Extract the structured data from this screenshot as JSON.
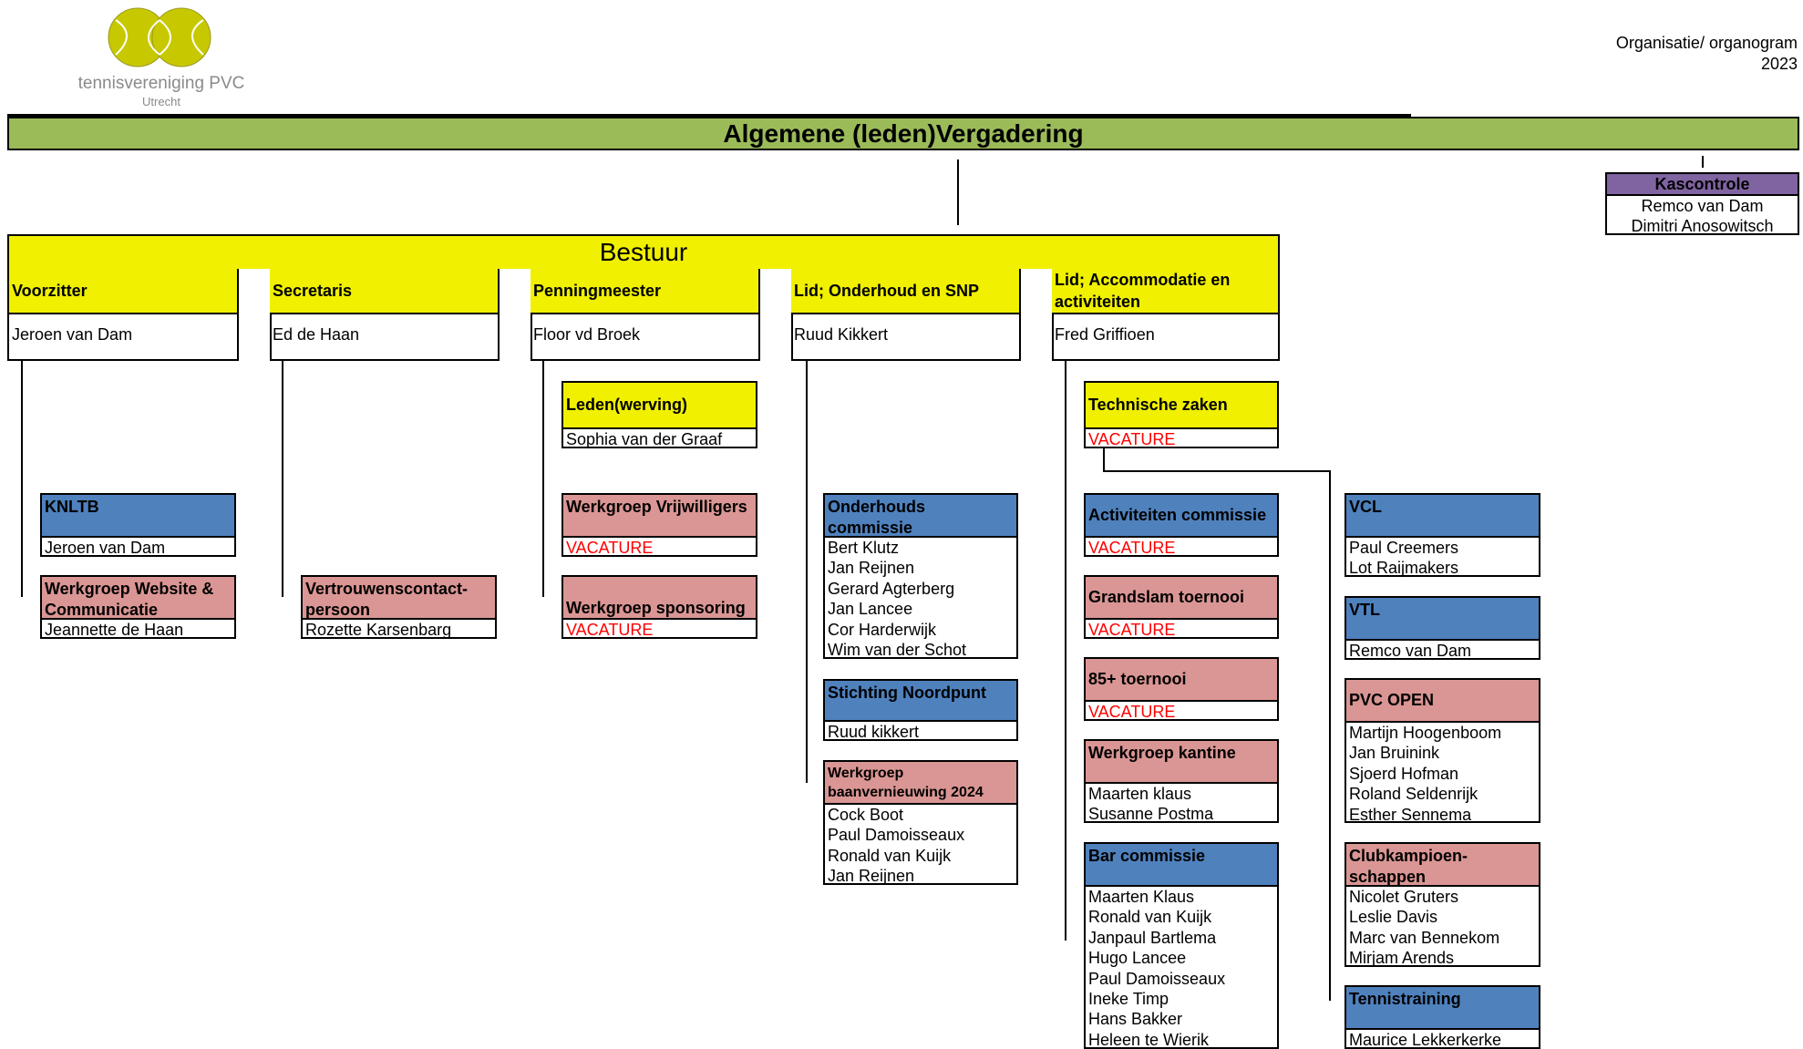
{
  "logo": {
    "name": "tennisvereniging PVC",
    "city": "Utrecht"
  },
  "doc_title": [
    "Organisatie/ organogram",
    "2023"
  ],
  "general_assembly": "Algemene (leden)Vergadering",
  "kascontrole": {
    "title": "Kascontrole",
    "members": [
      "Remco van Dam",
      "Dimitri Anosowitsch"
    ]
  },
  "bestuur": {
    "title": "Bestuur",
    "roles": [
      {
        "role": "Voorzitter",
        "name": "Jeroen van Dam"
      },
      {
        "role": "Secretaris",
        "name": "Ed de Haan"
      },
      {
        "role": "Penningmeester",
        "name": "Floor vd Broek"
      },
      {
        "role": "Lid; Onderhoud en SNP",
        "name": "Ruud Kikkert"
      },
      {
        "role": "Lid; Accommodatie en activiteiten",
        "name": "Fred Griffioen"
      }
    ]
  },
  "committees": {
    "knltb": {
      "title": "KNLTB",
      "members": [
        "Jeroen van Dam"
      ]
    },
    "website": {
      "title": "Werkgroep Website & Communicatie",
      "members": [
        "Jeannette de Haan"
      ]
    },
    "vertrouwens": {
      "title": "Vertrouwenscontact-persoon",
      "members": [
        "Rozette Karsenbarg"
      ]
    },
    "leden": {
      "title": "Leden(werving)",
      "members": [
        "Sophia van der Graaf"
      ]
    },
    "vrijwilligers": {
      "title": "Werkgroep Vrijwilligers",
      "members": [
        "VACATURE"
      ]
    },
    "sponsoring": {
      "title": "Werkgroep sponsoring",
      "members": [
        "VACATURE"
      ]
    },
    "onderhoud": {
      "title": "Onderhouds commissie",
      "members": [
        "Bert Klutz",
        "Jan Reijnen",
        "Gerard Agterberg",
        "Jan Lancee",
        "Cor Harderwijk",
        "Wim van der Schot"
      ]
    },
    "noordpunt": {
      "title": "Stichting Noordpunt",
      "members": [
        "Ruud kikkert"
      ]
    },
    "baan": {
      "title": "Werkgroep baanvernieuwing 2024",
      "members": [
        "Cock Boot",
        "Paul Damoisseaux",
        "Ronald van Kuijk",
        "Jan Reijnen"
      ]
    },
    "technische": {
      "title": "Technische zaken",
      "members": [
        "VACATURE"
      ]
    },
    "activiteiten": {
      "title": "Activiteiten commissie",
      "members": [
        "VACATURE"
      ]
    },
    "grandslam": {
      "title": "Grandslam toernooi",
      "members": [
        "VACATURE"
      ]
    },
    "toernooi85": {
      "title": "85+ toernooi",
      "members": [
        "VACATURE"
      ]
    },
    "kantine": {
      "title": "Werkgroep kantine",
      "members": [
        "Maarten klaus",
        "Susanne Postma"
      ]
    },
    "bar": {
      "title": "Bar commissie",
      "members": [
        "Maarten Klaus",
        "Ronald van Kuijk",
        "Janpaul Bartlema",
        "Hugo Lancee",
        "Paul Damoisseaux",
        "Ineke Timp",
        "Hans Bakker",
        "Heleen te Wierik"
      ]
    },
    "vcl": {
      "title": "VCL",
      "members": [
        "Paul Creemers",
        "Lot Raijmakers"
      ]
    },
    "vtl": {
      "title": "VTL",
      "members": [
        "Remco van Dam"
      ]
    },
    "pvcopen": {
      "title": "PVC OPEN",
      "members": [
        "Martijn Hoogenboom",
        "Jan Bruinink",
        "Sjoerd Hofman",
        "Roland Seldenrijk",
        "Esther Sennema"
      ]
    },
    "clubkamp": {
      "title": "Clubkampioen-schappen",
      "members": [
        "Nicolet Gruters",
        "Leslie Davis",
        "Marc van Bennekom",
        "Mirjam Arends"
      ]
    },
    "tennistraining": {
      "title": "Tennistraining",
      "members": [
        "Maurice Lekkerkerke"
      ]
    }
  },
  "colors": {
    "yellow": "#f0f000",
    "blue": "#4f81bd",
    "pink": "#da9694",
    "purple": "#8064a2",
    "green": "#9bbb59",
    "vacancy": "#ff0000"
  }
}
